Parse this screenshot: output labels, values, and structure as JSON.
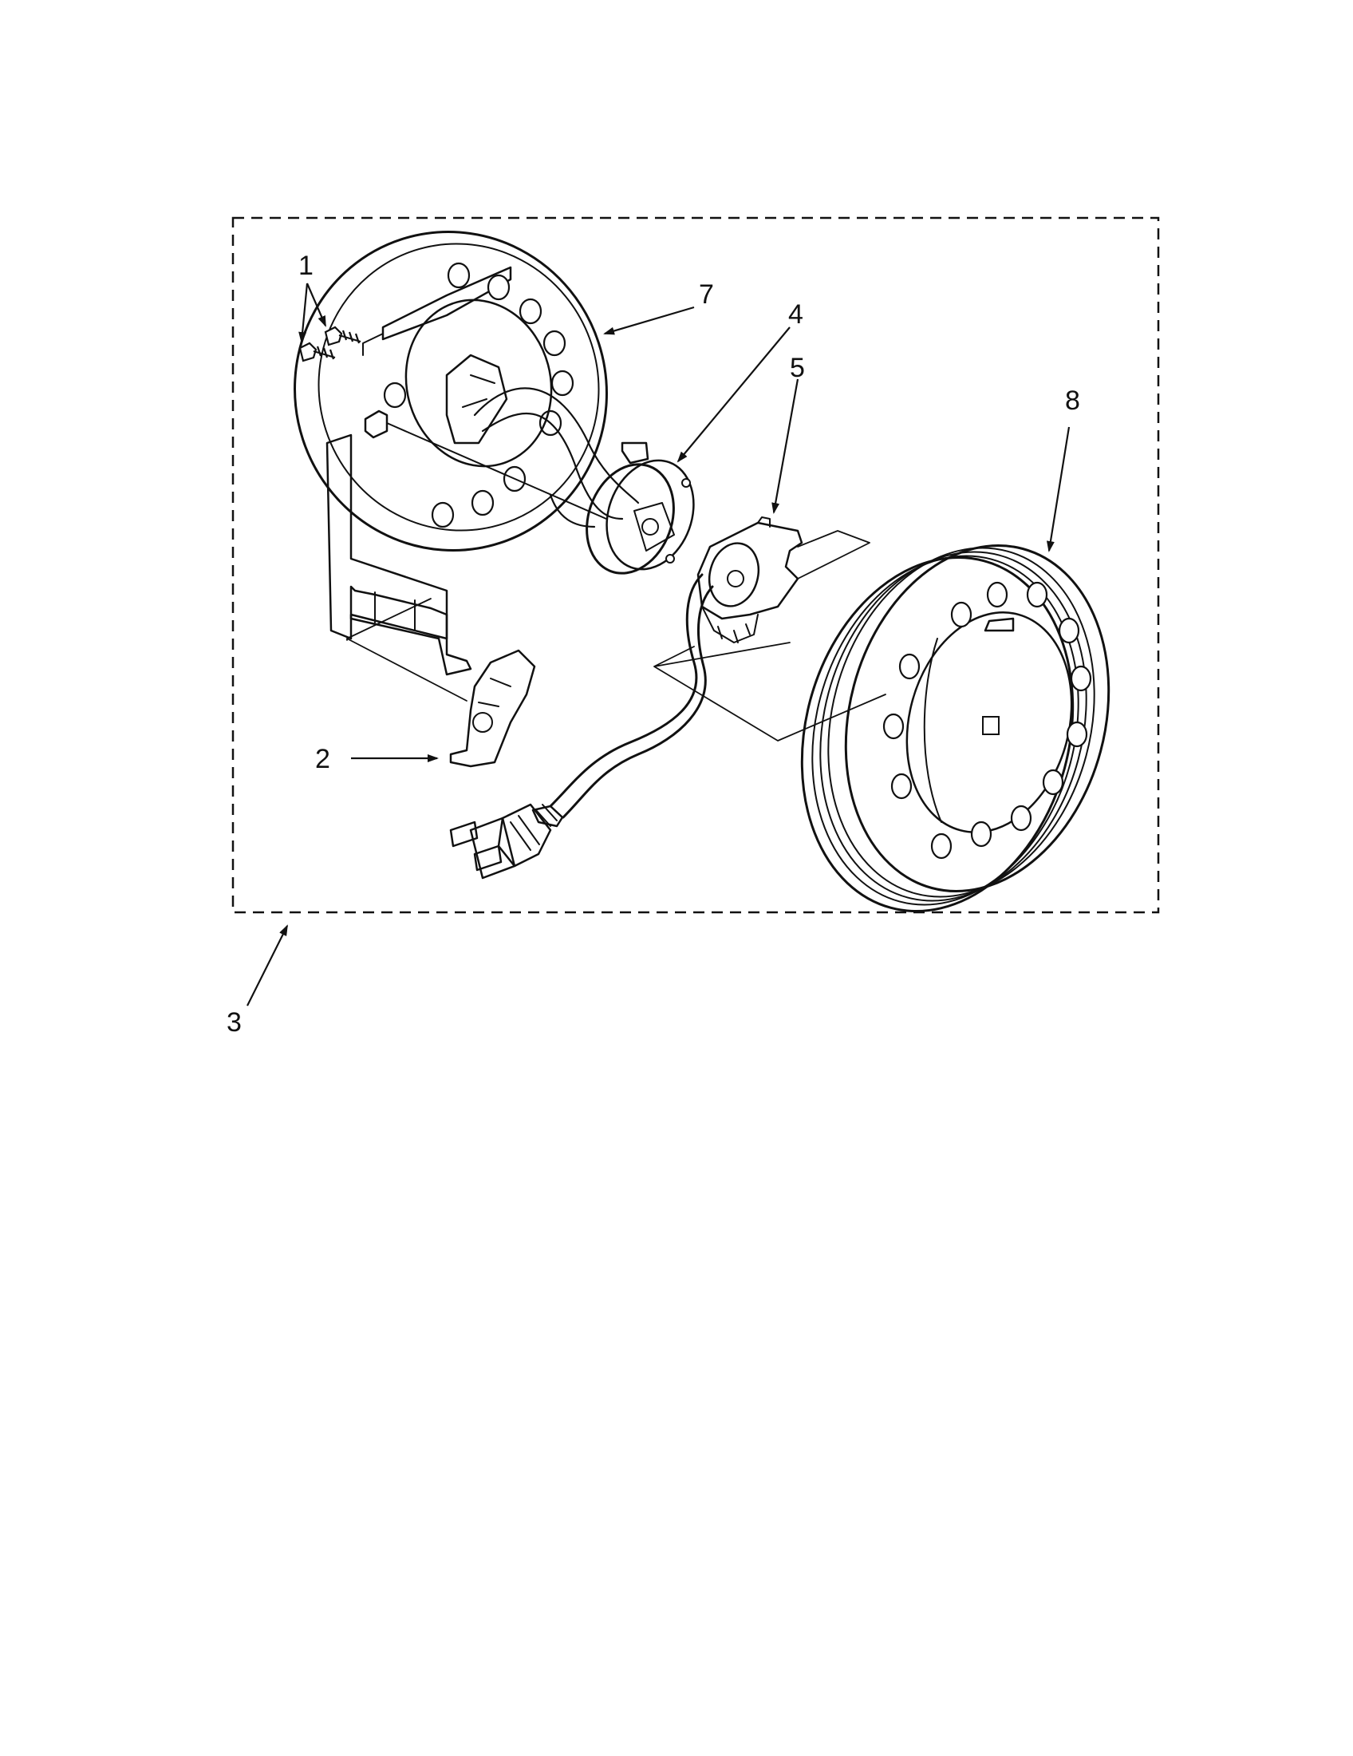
{
  "diagram": {
    "callouts": [
      "1",
      "2",
      "3",
      "4",
      "5",
      "7",
      "8"
    ],
    "colors": {
      "line": "#111111",
      "background": "#ffffff",
      "fill": "#ffffff"
    }
  }
}
